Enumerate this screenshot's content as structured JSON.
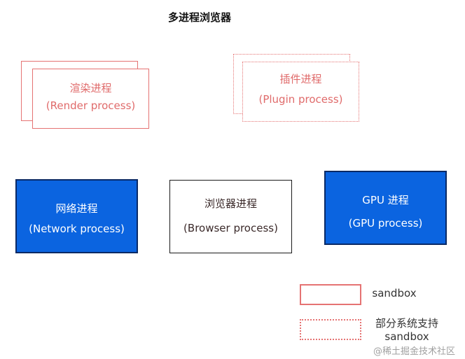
{
  "title": "多进程浏览器",
  "render": {
    "name": "渲染进程",
    "subtitle": "(Render process)"
  },
  "plugin": {
    "name": "插件进程",
    "subtitle": "(Plugin process)"
  },
  "network": {
    "name": "网络进程",
    "subtitle": "(Network process)"
  },
  "browser": {
    "name": "浏览器进程",
    "subtitle": "(Browser process)"
  },
  "gpu": {
    "name": "GPU 进程",
    "subtitle": "(GPU process)"
  },
  "legend": {
    "solid_label": "sandbox",
    "dotted_label_line1": "部分系统支持",
    "dotted_label_line2": "sandbox"
  },
  "watermark": "@稀土掘金技术社区",
  "colors": {
    "sandbox_red": "#e57373",
    "process_blue": "#0b64e0"
  }
}
